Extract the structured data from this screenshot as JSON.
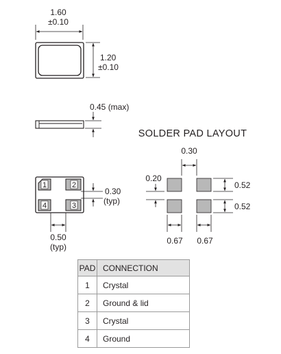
{
  "top_view": {
    "width_value": "1.60",
    "width_tolerance": "±0.10",
    "height_value": "1.20",
    "height_tolerance": "±0.10"
  },
  "side_view": {
    "thickness_label": "0.45 (max)"
  },
  "bottom_view": {
    "pads": [
      "1",
      "2",
      "3",
      "4"
    ],
    "pad_gap_value": "0.30",
    "pad_gap_note": "(typ)",
    "pad_width_value": "0.50",
    "pad_width_note": "(typ)"
  },
  "solder_pad_layout": {
    "title": "SOLDER PAD LAYOUT",
    "horizontal_gap": "0.30",
    "vertical_gap": "0.20",
    "pad_height_top": "0.52",
    "pad_height_bottom": "0.52",
    "pad_width_left": "0.67",
    "pad_width_right": "0.67"
  },
  "table": {
    "headers": [
      "PAD",
      "CONNECTION"
    ],
    "rows": [
      [
        "1",
        "Crystal"
      ],
      [
        "2",
        "Ground & lid"
      ],
      [
        "3",
        "Crystal"
      ],
      [
        "4",
        "Ground"
      ]
    ]
  },
  "colors": {
    "line": "#231f20",
    "pad_fill": "#b8b8b8",
    "table_header_fill": "#e2e2e2",
    "table_border": "#9a9a9a"
  }
}
